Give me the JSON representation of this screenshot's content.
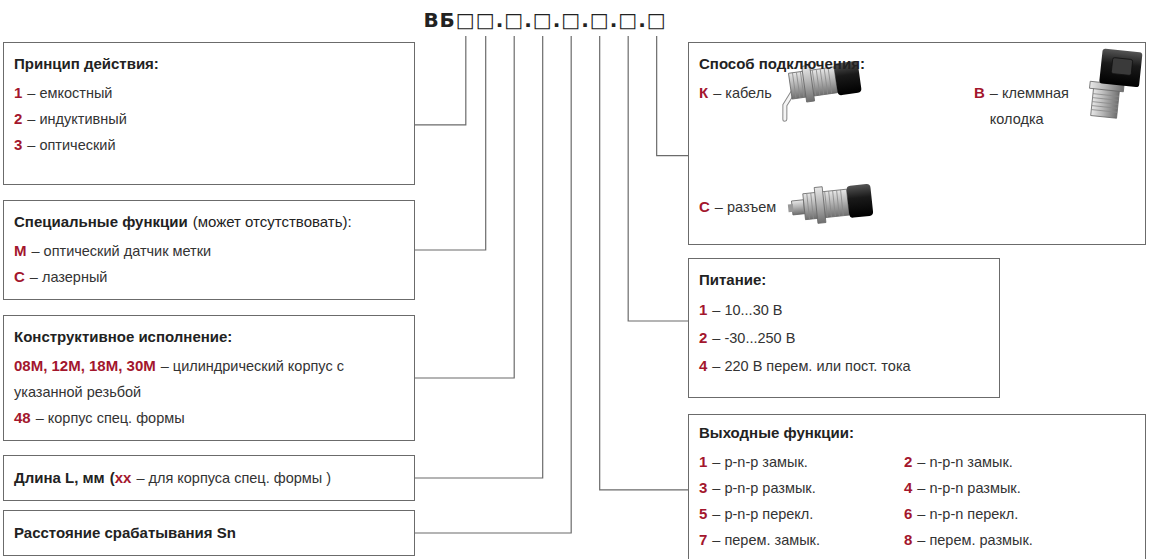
{
  "diagram": {
    "title": "ВБ□□.□.□.□.□.□.□",
    "nodes": [
      {
        "text": [
          "Принцип действия:",
          "1",
          "– емкостный",
          "2",
          "– индуктивный",
          "3",
          "– оптический"
        ]
      },
      {
        "text": [
          "Специальные функции",
          "(может отсутствовать):",
          "М",
          "– оптический датчик метки",
          "С",
          "– лазерный"
        ]
      },
      {
        "text": [
          "Конструктивное исполнение:",
          "08М, 12М, 18М, 30М",
          "– цилиндрический корпус с указанной резьбой",
          "48",
          "– корпус спец. формы"
        ]
      },
      {
        "text": [
          "Длина L, мм",
          "(",
          "хх",
          "– для корпуса спец. формы )"
        ]
      },
      {
        "text": [
          "Расстояние срабатывания Sn"
        ]
      },
      {
        "text": [
          "Способ подключения:",
          "К",
          "– кабель",
          "В",
          "– клеммная колодка",
          "С",
          "– разъем"
        ]
      },
      {
        "text": [
          "Питание:",
          "1",
          "– 10...30 В",
          "2",
          "– -30...250 В",
          "4",
          "– 220 В перем. или пост. тока"
        ]
      },
      {
        "text": [
          "Выходные функции:",
          "1",
          "– p-n-p замык.",
          "2",
          "– n-p-n замык.",
          "3",
          "– p-n-p размык.",
          "4",
          "– n-p-n размык.",
          "5",
          "– p-n-p перекл.",
          "6",
          "– n-p-n перекл.",
          "7",
          "– перем. замык.",
          "8",
          "– перем. размык."
        ]
      }
    ]
  }
}
